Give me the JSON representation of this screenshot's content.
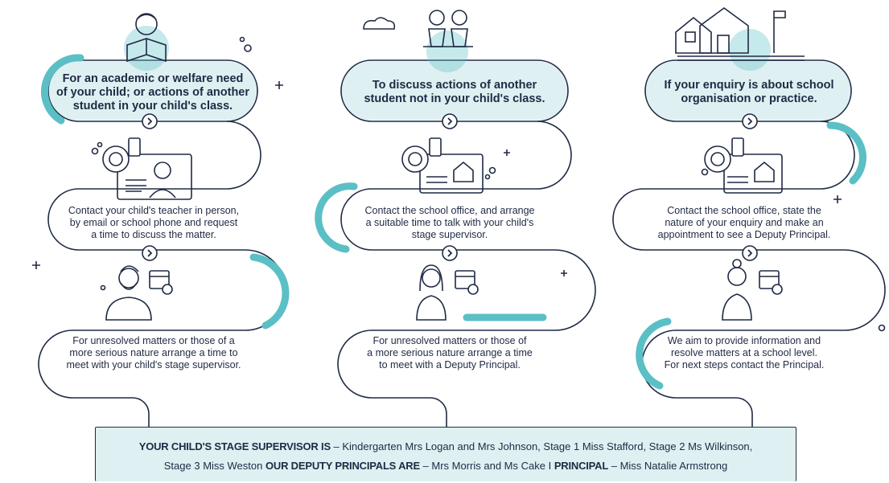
{
  "colors": {
    "navy": "#1f2a44",
    "teal": "#5bbfc6",
    "light_teal": "#dff0f2"
  },
  "columns": [
    {
      "heading": [
        "For an academic or welfare need",
        "of your child; or actions of another",
        "student in your child's class."
      ],
      "header_icon": "child-reading-book-icon",
      "steps": [
        {
          "icon": "teacher-video-call-icon",
          "lines": [
            "Contact your child's teacher in person,",
            "by email or school phone and request",
            "a time to discuss the matter."
          ]
        },
        {
          "icon": "stage-supervisor-calendar-icon",
          "lines": [
            "For unresolved matters or those of a",
            "more serious nature arrange a time to",
            "meet with your child's stage supervisor."
          ]
        }
      ]
    },
    {
      "heading": [
        "To discuss actions of another",
        "student not in your child's class."
      ],
      "header_icon": "two-children-on-bench-icon",
      "steps": [
        {
          "icon": "school-office-contact-icon",
          "lines": [
            "Contact the school office, and arrange",
            "a suitable time to talk with your child's",
            "stage supervisor."
          ]
        },
        {
          "icon": "deputy-principal-calendar-icon",
          "lines": [
            "For unresolved matters or those of",
            "a more serious nature arrange a time",
            "to meet with a Deputy Principal."
          ]
        }
      ]
    },
    {
      "heading": [
        "If your enquiry is about school",
        "organisation or practice."
      ],
      "header_icon": "school-building-icon",
      "steps": [
        {
          "icon": "school-office-contact-icon",
          "lines": [
            "Contact the school office, state the",
            "nature of your enquiry and make an",
            "appointment to see a Deputy Principal."
          ]
        },
        {
          "icon": "principal-calendar-icon",
          "lines": [
            "We aim to provide information and",
            "resolve matters at a school level.",
            "For next steps contact the Principal."
          ]
        }
      ]
    }
  ],
  "footer": {
    "supervisor_label": "YOUR CHILD'S STAGE SUPERVISOR IS",
    "supervisor_text_1": " – Kindergarten Mrs Logan and Mrs Johnson,  Stage 1 Miss Stafford,  Stage 2 Ms  Wilkinson,",
    "supervisor_text_2": "Stage 3 Miss Weston ",
    "deputy_label": "OUR DEPUTY PRINCIPALS ARE",
    "deputy_text": " – Mrs Morris and Ms Cake    I    ",
    "principal_label": "PRINCIPAL",
    "principal_text": " – Miss Natalie Armstrong"
  }
}
